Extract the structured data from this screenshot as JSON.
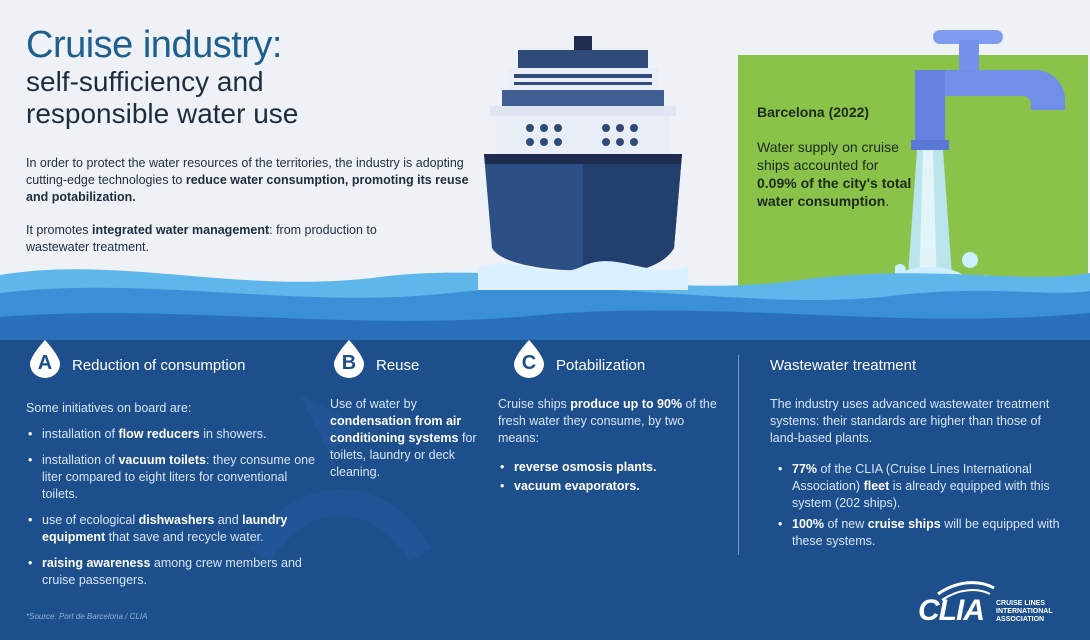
{
  "header": {
    "title_line1": "Cruise industry:",
    "title_line2": "self-sufficiency and responsible water use"
  },
  "intro": {
    "p1_plain": "In order to protect the water resources of the territories, the industry is adopting cutting-edge technologies to ",
    "p1_bold": "reduce water consumption, promoting its reuse and potabilization.",
    "p2_pre": "It promotes ",
    "p2_bold": "integrated water management",
    "p2_post": ": from production to wastewater treatment."
  },
  "barcelona": {
    "title": "Barcelona (2022)",
    "text_plain": "Water supply on cruise ships accounted for ",
    "text_bold": "0.09% of the city's total water consumption",
    "text_end": "."
  },
  "section_a": {
    "letter": "A",
    "title": "Reduction of consumption",
    "lead": "Some initiatives on board are:",
    "b1_pre": "installation of ",
    "b1_bold": "flow reducers",
    "b1_post": " in showers.",
    "b2_pre": "installation of ",
    "b2_bold": "vacuum toilets",
    "b2_post": ": they consume one liter compared to eight liters for conventional toilets.",
    "b3_pre": "use of ecological ",
    "b3_bold1": "dishwashers",
    "b3_mid": " and ",
    "b3_bold2": "laundry equipment",
    "b3_post": " that save and recycle water.",
    "b4_bold": "raising awareness",
    "b4_post": " among crew members and cruise passengers."
  },
  "section_b": {
    "letter": "B",
    "title": "Reuse",
    "text_pre": "Use of water by ",
    "text_bold1": "condensation from air conditioning systems",
    "text_mid": " for toilets, laundry or deck cleaning."
  },
  "section_c": {
    "letter": "C",
    "title": "Potabilization",
    "text_pre": "Cruise ships ",
    "text_bold": "produce up to 90%",
    "text_post": " of the fresh water they consume, by two means:",
    "b1": "reverse osmosis plants.",
    "b2": "vacuum evaporators."
  },
  "section_d": {
    "title": "Wastewater treatment",
    "text": "The industry uses advanced wastewater treatment systems: their standards are higher than those of land-based plants.",
    "b1_bold": "77%",
    "b1_post": " of the CLIA (Cruise Lines International Association) ",
    "b1_bold2": "fleet",
    "b1_end": " is already equipped with this system (202 ships).",
    "b2_bold": "100%",
    "b2_post": " of new ",
    "b2_bold2": "cruise ships",
    "b2_end": " will be equipped with these systems."
  },
  "source": "*Source: Port de Barcelona / CLIA",
  "logo": {
    "mark": "CLIA",
    "sub": "CRUISE LINES INTERNATIONAL ASSOCIATION"
  },
  "colors": {
    "title_blue": "#1f5f8c",
    "deep_sea": "#1d4f8c",
    "green_box": "#8bc34a",
    "faucet_blue": "#6f8fe8"
  }
}
